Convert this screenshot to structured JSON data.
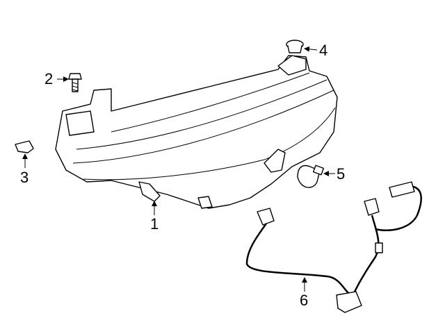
{
  "callouts": [
    {
      "number": "1",
      "part": "headlamp-assembly"
    },
    {
      "number": "2",
      "part": "bolt"
    },
    {
      "number": "3",
      "part": "clip"
    },
    {
      "number": "4",
      "part": "cap"
    },
    {
      "number": "5",
      "part": "bulb"
    },
    {
      "number": "6",
      "part": "wire-harness"
    }
  ]
}
